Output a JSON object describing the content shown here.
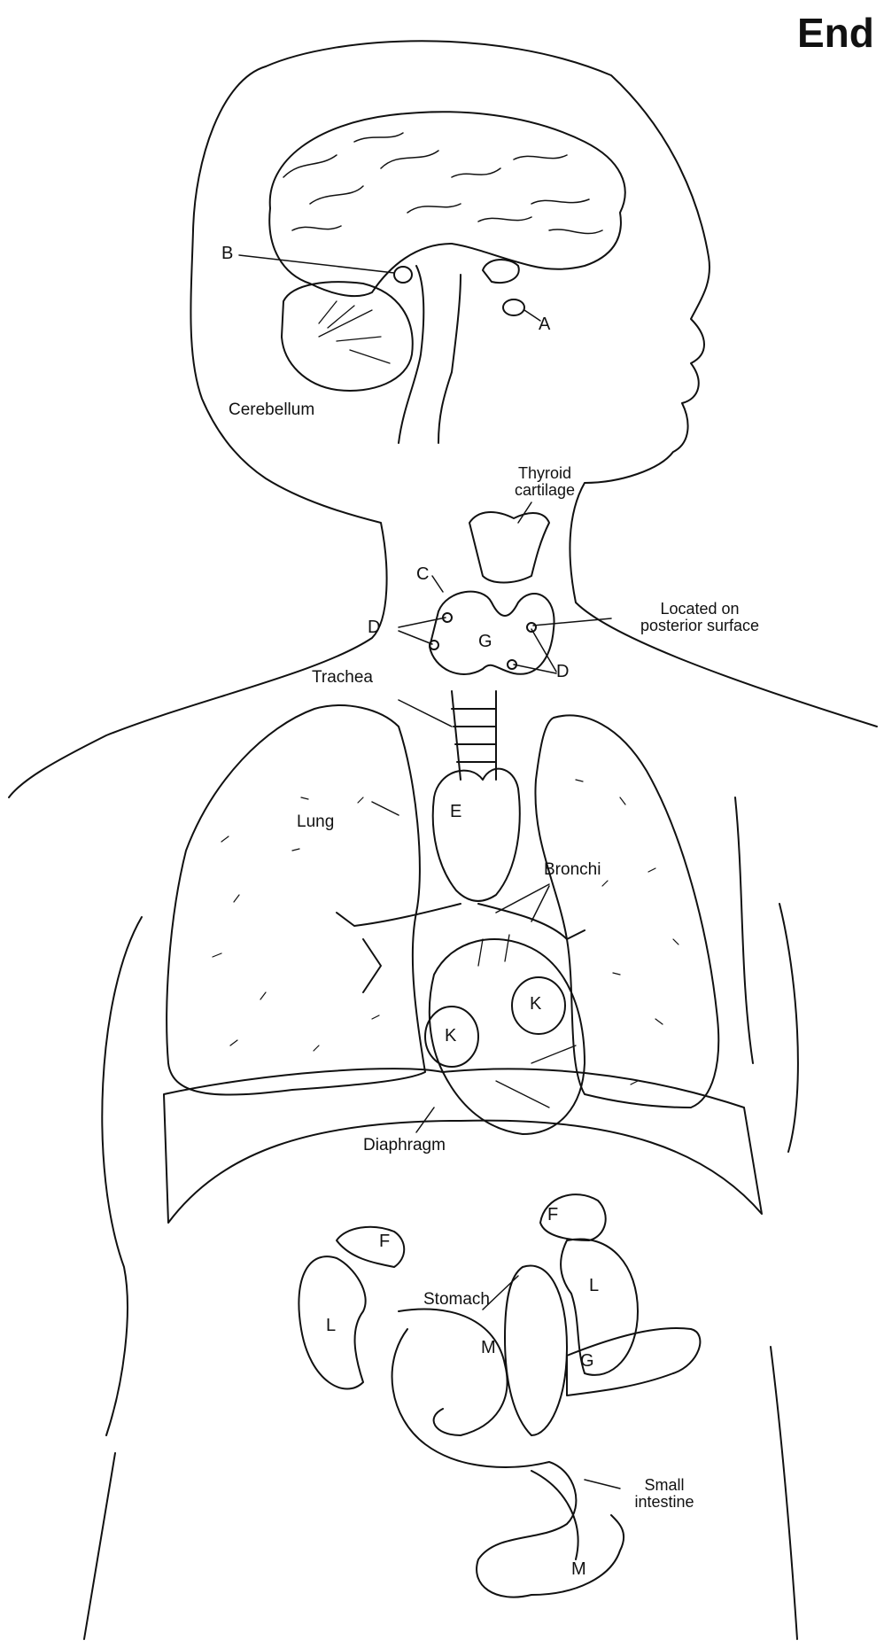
{
  "title": "End",
  "labels": {
    "cerebellum": "Cerebellum",
    "thyroid_cartilage_l1": "Thyroid",
    "thyroid_cartilage_l2": "cartilage",
    "located_l1": "Located on",
    "located_l2": "posterior surface",
    "trachea": "Trachea",
    "lung": "Lung",
    "bronchi": "Bronchi",
    "diaphragm": "Diaphragm",
    "stomach": "Stomach",
    "small_intestine_l1": "Small",
    "small_intestine_l2": "intestine"
  },
  "letters": {
    "a": "A",
    "b": "B",
    "c": "C",
    "d1": "D",
    "d2": "D",
    "e": "E",
    "f1": "F",
    "f2": "F",
    "g1": "G",
    "g2": "G",
    "k1": "K",
    "k2": "K",
    "l1": "L",
    "l2": "L",
    "m1": "M",
    "m2": "M"
  }
}
